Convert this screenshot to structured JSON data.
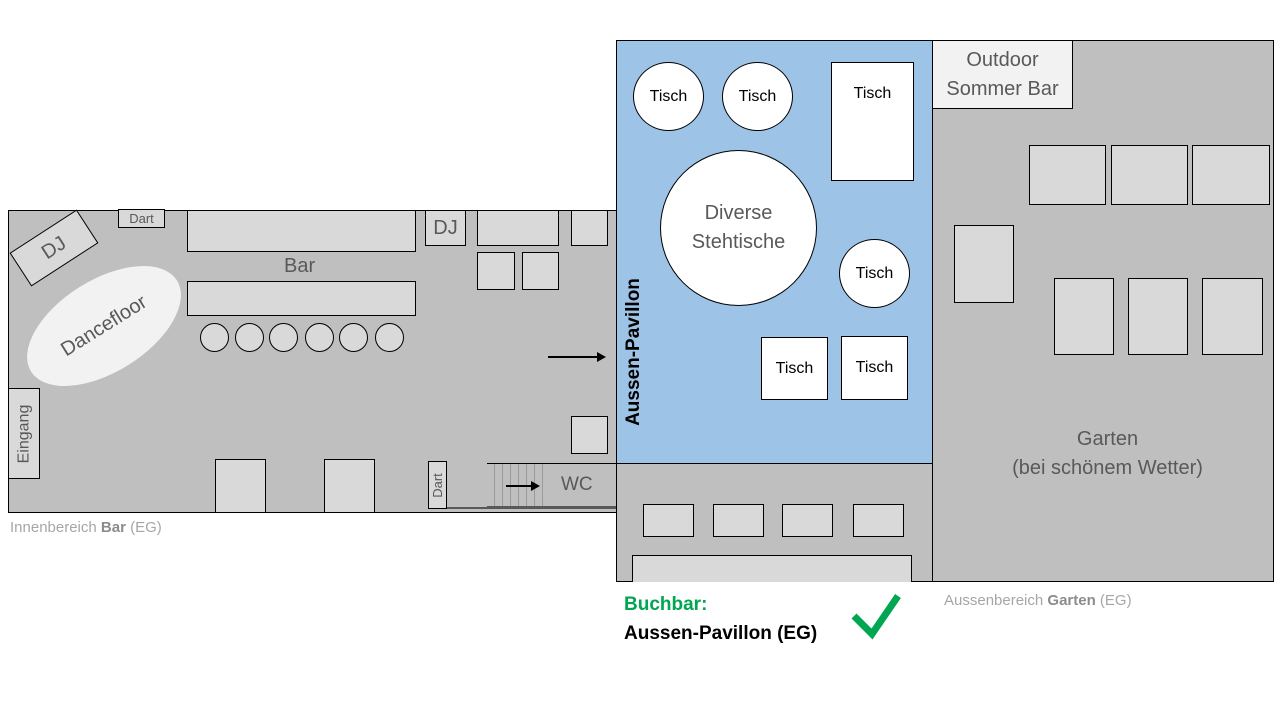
{
  "inner_bar": {
    "caption_prefix": "Innenbereich ",
    "caption_bold": "Bar",
    "caption_suffix": " (EG)",
    "dj_booth_label": "DJ",
    "dart_top_label": "Dart",
    "bar_label": "Bar",
    "dancefloor_label": "Dancefloor",
    "dj_small_label": "DJ",
    "entrance_label": "Eingang",
    "dart_bottom_label": "Dart",
    "wc_label": "WC",
    "bar_stools_count": 6
  },
  "pavilion": {
    "vertical_label": "Aussen-Pavillon",
    "tables": [
      {
        "label": "Tisch",
        "shape": "round"
      },
      {
        "label": "Tisch",
        "shape": "round"
      },
      {
        "label": "Tisch",
        "shape": "rect"
      },
      {
        "label": "Tisch",
        "shape": "round"
      },
      {
        "label": "Tisch",
        "shape": "square"
      },
      {
        "label": "Tisch",
        "shape": "square"
      }
    ],
    "standing_tables_line1": "Diverse",
    "standing_tables_line2": "Stehtische",
    "color": "#9dc3e6"
  },
  "garden": {
    "summer_bar_line1": "Outdoor",
    "summer_bar_line2": "Sommer Bar",
    "garden_line1": "Garten",
    "garden_line2": "(bei schönem Wetter)",
    "caption_prefix": "Aussenbereich ",
    "caption_bold": "Garten",
    "caption_suffix": " (EG)"
  },
  "booking": {
    "label": "Buchbar:",
    "value": "Aussen-Pavillon (EG)",
    "label_color": "#00a651",
    "check_color": "#00a651",
    "check_icon": "checkmark"
  }
}
